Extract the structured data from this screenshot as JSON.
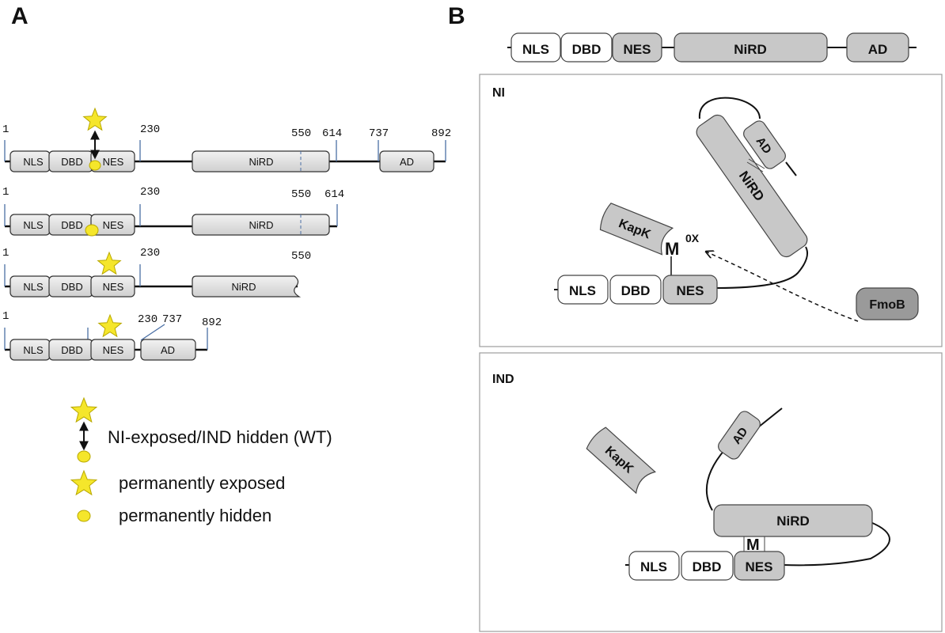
{
  "panel_a": {
    "label": "A",
    "constructs": [
      {
        "domains": [
          "NLS",
          "DBD",
          "NES",
          "NiRD",
          "AD"
        ],
        "positions": [
          "1",
          "230",
          "550",
          "614",
          "737",
          "892"
        ]
      },
      {
        "domains": [
          "NLS",
          "DBD",
          "NES",
          "NiRD"
        ],
        "positions": [
          "1",
          "230",
          "550",
          "614"
        ]
      },
      {
        "domains": [
          "NLS",
          "DBD",
          "NES",
          "NiRD"
        ],
        "positions": [
          "1",
          "230",
          "550"
        ]
      },
      {
        "domains": [
          "NLS",
          "DBD",
          "NES",
          "AD"
        ],
        "positions": [
          "1",
          "230",
          "737",
          "892"
        ]
      }
    ],
    "legend": [
      {
        "symbol": "star-arrow-circle",
        "text": "NI-exposed/IND hidden (WT)"
      },
      {
        "symbol": "star",
        "text": "permanently exposed"
      },
      {
        "symbol": "circle",
        "text": "permanently hidden"
      }
    ],
    "colors": {
      "star": "#f5e62b",
      "domain": "#d8d8d8"
    }
  },
  "panel_b": {
    "label": "B",
    "top_domains": [
      "NLS",
      "DBD",
      "NES",
      "NiRD",
      "AD"
    ],
    "ni": {
      "title": "NI",
      "domains": [
        "NLS",
        "DBD",
        "NES",
        "NiRD",
        "AD"
      ],
      "kapk": "KapK",
      "met": "M",
      "met_sup": "0X",
      "fmob": "FmoB"
    },
    "ind": {
      "title": "IND",
      "domains": [
        "NLS",
        "DBD",
        "NES",
        "NiRD",
        "AD"
      ],
      "kapk": "KapK",
      "met": "M"
    },
    "colors": {
      "white_domain": "#ffffff",
      "grey_domain": "#c8c8c8",
      "fmob": "#9a9a9a"
    }
  }
}
